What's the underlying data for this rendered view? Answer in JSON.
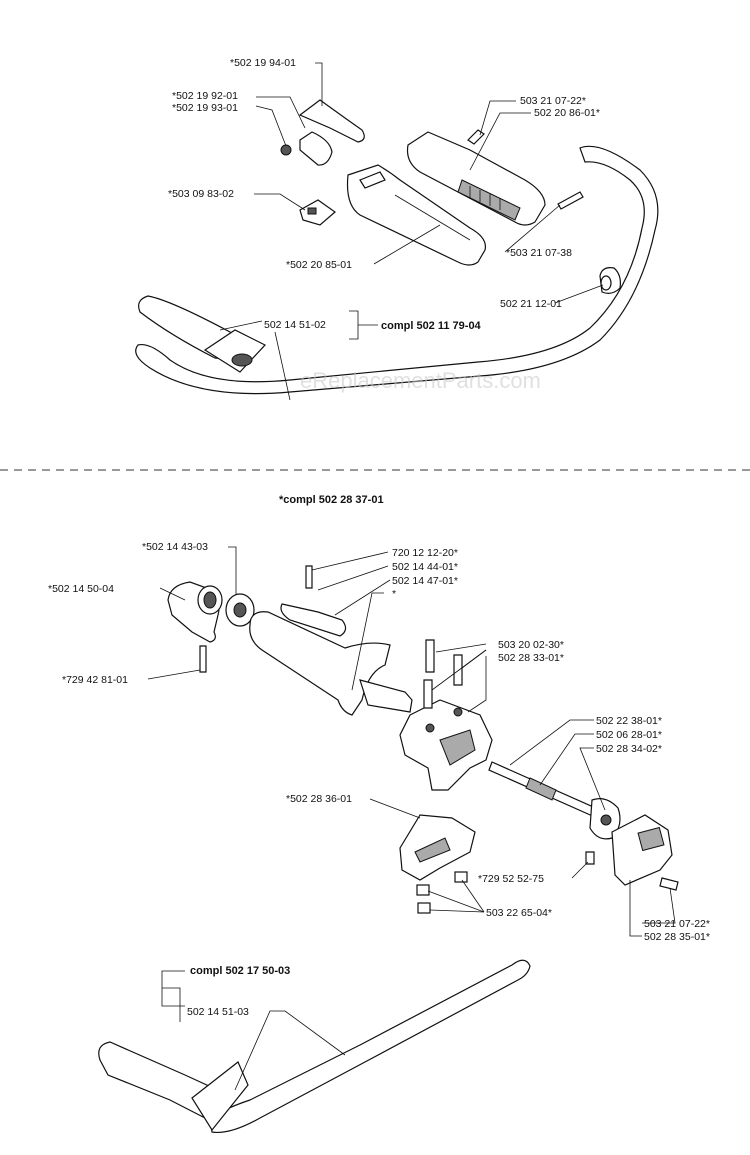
{
  "watermark": "eReplacementParts.com",
  "top": {
    "labels": {
      "l1": "*502 19 94-01",
      "l2": "*502 19 92-01",
      "l3": "*502 19 93-01",
      "l4": "*503 09 83-02",
      "l5": "*502 20 85-01",
      "l6": "503 21 07-22*",
      "l7": "502 20 86-01*",
      "l8": "*503 21 07-38",
      "l9": "502 21 12-01",
      "l10": "502 14 51-02",
      "compl": "compl 502 11 79-04"
    }
  },
  "bottom": {
    "compl": "*compl 502 28 37-01",
    "labels": {
      "b1": "*502 14 43-03",
      "b2": "*502 14 50-04",
      "b3": "*729 42 81-01",
      "b4": "720 12 12-20*",
      "b5": "502 14 44-01*",
      "b6": "502 14 47-01*",
      "b7": "*",
      "b8": "503 20 02-30*",
      "b9": "502 28 33-01*",
      "b10": "502 22 38-01*",
      "b11": "502 06 28-01*",
      "b12": "502 28 34-02*",
      "b13": "*502 28 36-01",
      "b14": "*729 52 52-75",
      "b15": "503 22 65-04*",
      "b16": "503 21 07-22*",
      "b17": "502 28 35-01*"
    }
  },
  "handle": {
    "compl": "compl 502 17 50-03",
    "label": "502 14 51-03"
  }
}
